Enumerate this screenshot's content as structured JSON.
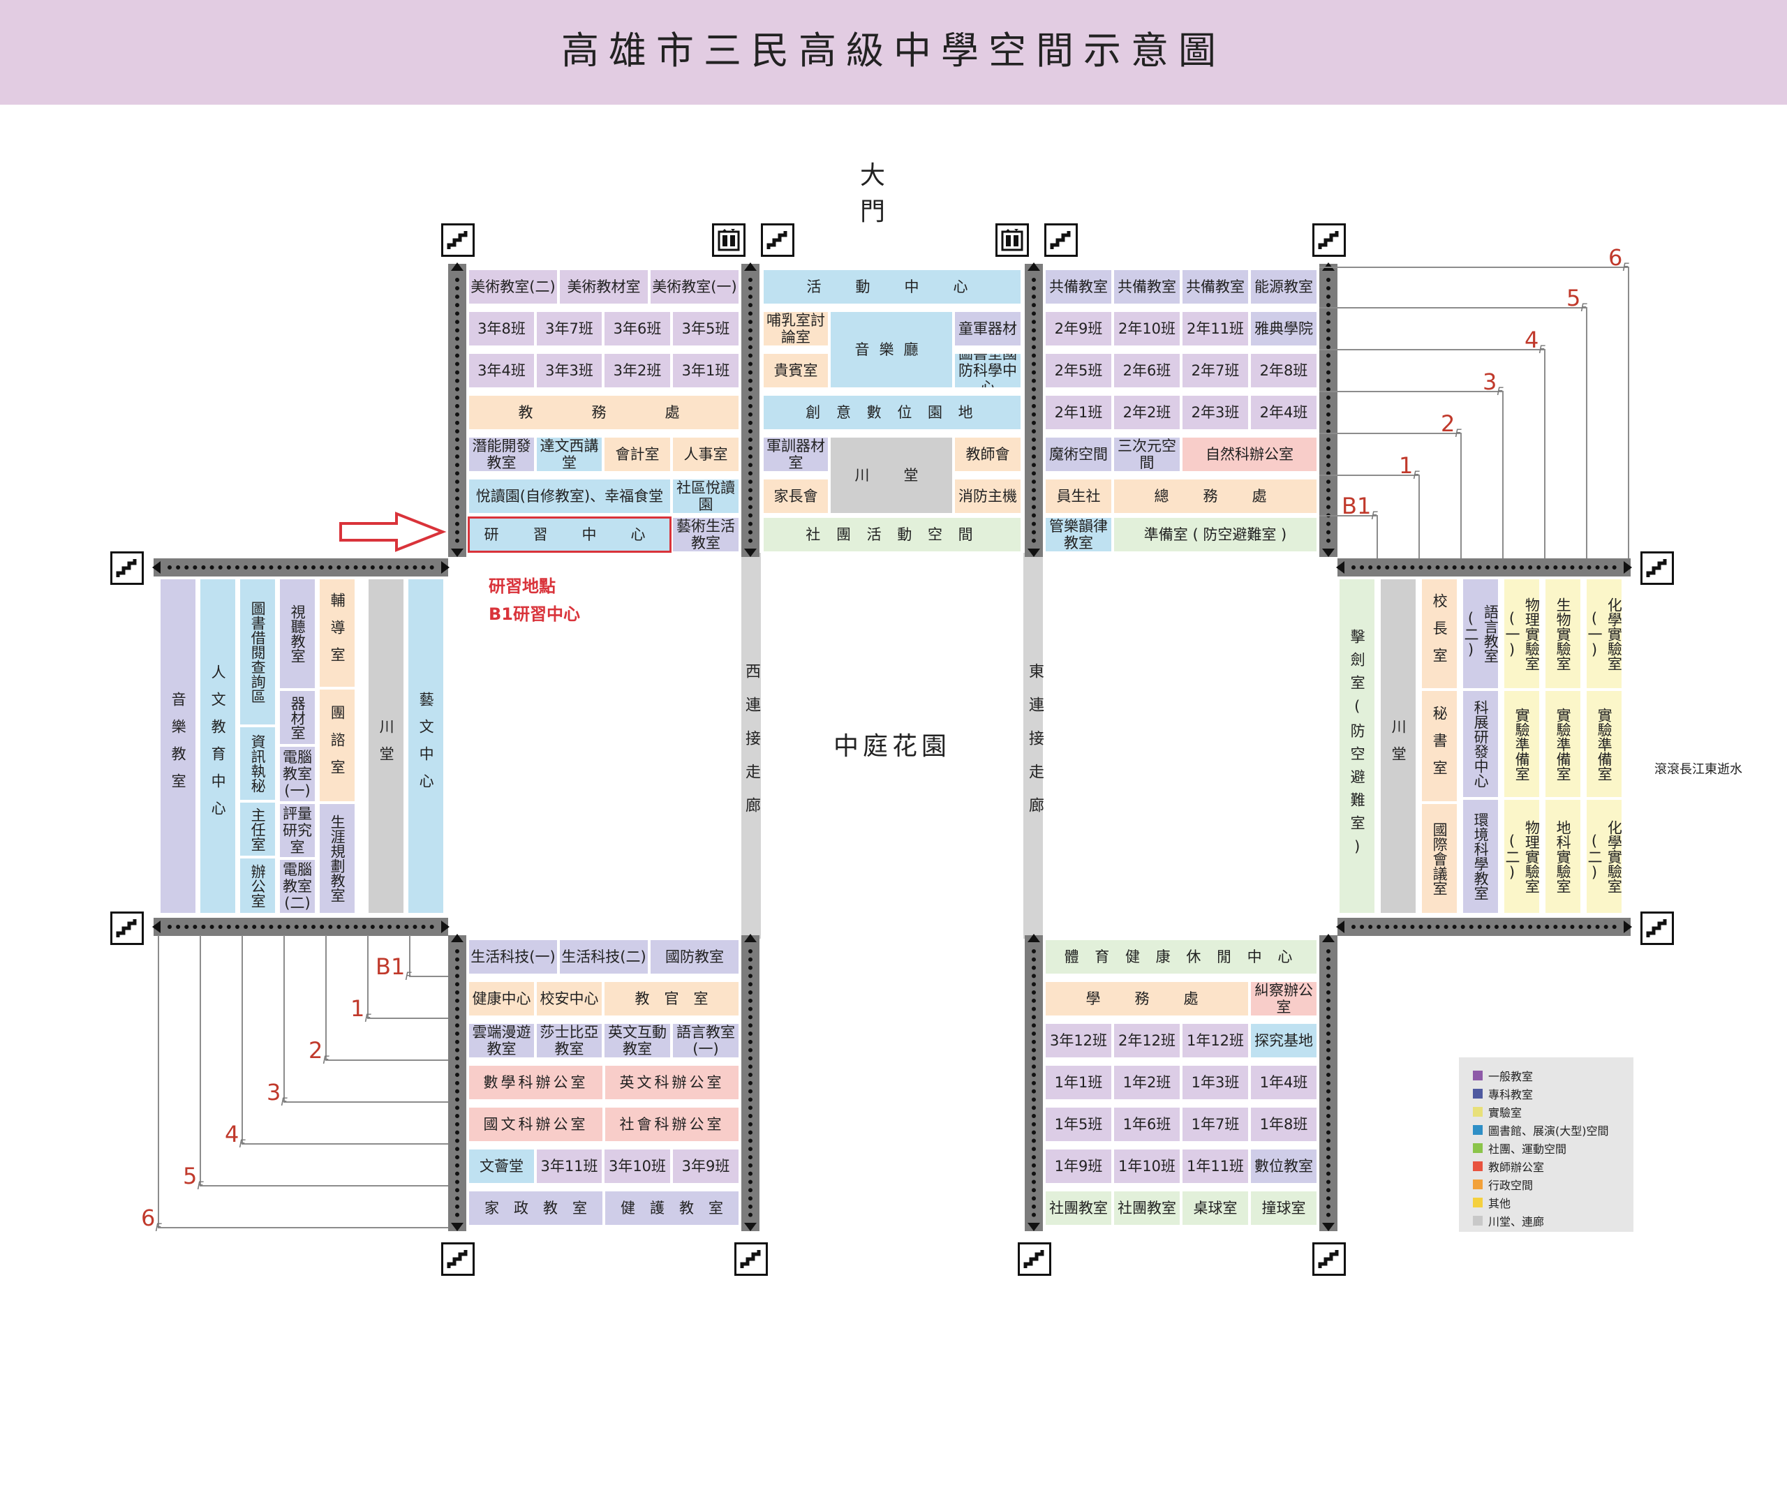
{
  "title": "高雄市三民高級中學空間示意圖",
  "gate": "大　門",
  "courtyard": "中庭花園",
  "side_text": "滾滾長江東逝水",
  "corridors": {
    "west": "西連接走廊",
    "east": "東連接走廊"
  },
  "highlight": {
    "line1": "研習地點",
    "line2": "B1研習中心"
  },
  "floors_right": [
    "6",
    "5",
    "4",
    "3",
    "2",
    "1",
    "B1"
  ],
  "floors_left": [
    "B1",
    "1",
    "2",
    "3",
    "4",
    "5",
    "6"
  ],
  "floor_suffix": "F",
  "nw": {
    "f6": [
      "美術教室(二)",
      "美術教材室",
      "美術教室(一)"
    ],
    "f5": [
      "3年8班",
      "3年7班",
      "3年6班",
      "3年5班"
    ],
    "f4": [
      "3年4班",
      "3年3班",
      "3年2班",
      "3年1班"
    ],
    "f3": "教　　務　　處",
    "f2": [
      "潛能開發教室",
      "達文西講堂",
      "會計室",
      "人事室"
    ],
    "f1": [
      "悅讀園(自修教室)、幸福食堂",
      "社區悅讀園"
    ],
    "b1": [
      "研　習　中　心",
      "藝術生活教室"
    ]
  },
  "nc": {
    "f6": "活　動　中　心",
    "f5a": "哺乳室討論室",
    "f45": "音樂廳",
    "f5c": "童軍器材",
    "f4a": "貴賓室",
    "f4c": "圖書室國防科學中心",
    "f3": "創 意 數 位 園 地",
    "f2a": "軍訓器材室",
    "f21": "川　堂",
    "f2c": "教師會",
    "f1a": "家長會",
    "f1c": "消防主機",
    "b1": "社 團 活 動 空 間"
  },
  "ne": {
    "f6": [
      "共備教室",
      "共備教室",
      "共備教室",
      "能源教室"
    ],
    "f5": [
      "2年9班",
      "2年10班",
      "2年11班",
      "雅典學院"
    ],
    "f4": [
      "2年5班",
      "2年6班",
      "2年7班",
      "2年8班"
    ],
    "f3": [
      "2年1班",
      "2年2班",
      "2年3班",
      "2年4班"
    ],
    "f2": [
      "魔術空間",
      "三次元空間",
      "自然科辦公室"
    ],
    "f1": [
      "員生社",
      "總　務　處"
    ],
    "b1": [
      "管樂韻律教室",
      "準備室 ( 防空避難室 )"
    ]
  },
  "west": {
    "c1": "音樂教室",
    "c2": "人文教育中心",
    "c3a": "圖書借閱查詢區",
    "c3b": "資訊執秘",
    "c3c": "主任室",
    "c3d": "辦公室",
    "c4a": "視聽教室",
    "c4b": "器材室",
    "c4c": "電腦教室(一)",
    "c4d": "評量研究室",
    "c4e": "電腦教室(二)",
    "c5a": "輔導室",
    "c5b": "團諮室",
    "c5c": "生涯規劃教室",
    "c6": "川堂",
    "c7": "藝文中心"
  },
  "east": {
    "c1": "擊劍室(防空避難室)",
    "c2": "川堂",
    "c3a": "校長室",
    "c3b": "秘書室",
    "c3c": "國際會議室",
    "c4a": "語言教室(二)",
    "c4b": "科展研發中心",
    "c4c": "環境科學教室",
    "c5a": "物理實驗室(一)",
    "c5b": "實驗準備室",
    "c5c": "物理實驗室(二)",
    "c6a": "生物實驗室",
    "c6b": "實驗準備室",
    "c6c": "地科實驗室",
    "c7a": "化學實驗室(一)",
    "c7b": "實驗準備室",
    "c7c": "化學實驗室(二)"
  },
  "sw": {
    "b1": [
      "生活科技(一)",
      "生活科技(二)",
      "國防教室"
    ],
    "f1": [
      "健康中心",
      "校安中心",
      "教　官　室"
    ],
    "f2": [
      "雲端漫遊教室",
      "莎士比亞教室",
      "英文互動教室",
      "語言教室(一)"
    ],
    "f3": [
      "數學科辦公室",
      "英文科辦公室"
    ],
    "f4": [
      "國文科辦公室",
      "社會科辦公室"
    ],
    "f5": [
      "文薈堂",
      "3年11班",
      "3年10班",
      "3年9班"
    ],
    "f6": [
      "家　政　教　室",
      "健　護　教　室"
    ]
  },
  "se": {
    "b1": "體 育 健 康 休 閒 中 心",
    "f1": [
      "學　務　處",
      "糾察辦公室"
    ],
    "f2": [
      "3年12班",
      "2年12班",
      "1年12班",
      "探究基地"
    ],
    "f3": [
      "1年1班",
      "1年2班",
      "1年3班",
      "1年4班"
    ],
    "f4": [
      "1年5班",
      "1年6班",
      "1年7班",
      "1年8班"
    ],
    "f5": [
      "1年9班",
      "1年10班",
      "1年11班",
      "數位教室"
    ],
    "f6": [
      "社團教室",
      "社團教室",
      "桌球室",
      "撞球室"
    ]
  },
  "legend": [
    {
      "label": "一般教室",
      "color": "#8e5aa8"
    },
    {
      "label": "專科教室",
      "color": "#4f5aa0"
    },
    {
      "label": "實驗室",
      "color": "#e8e07a"
    },
    {
      "label": "圖書館、展演(大型)空間",
      "color": "#2f8fc6"
    },
    {
      "label": "社團、運動空間",
      "color": "#8bc44a"
    },
    {
      "label": "教師辦公室",
      "color": "#e8533f"
    },
    {
      "label": "行政空間",
      "color": "#f2a13a"
    },
    {
      "label": "其他",
      "color": "#f4d03f"
    },
    {
      "label": "川堂、連廊",
      "color": "#c8c8c8"
    }
  ],
  "icons": {
    "stairs": "stairs-icon",
    "elevator": "elevator-icon"
  }
}
